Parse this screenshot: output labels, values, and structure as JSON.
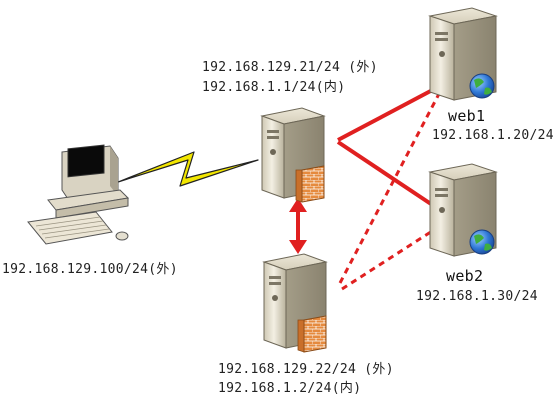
{
  "nodes": {
    "client": {
      "ip": "192.168.129.100/24(外)"
    },
    "lb_master": {
      "ip_outer": "192.168.129.21/24 (外)",
      "ip_inner": "192.168.1.1/24(内)"
    },
    "lb_backup": {
      "ip_outer": "192.168.129.22/24 (外)",
      "ip_inner": "192.168.1.2/24(内)"
    },
    "web1": {
      "name": "web1",
      "ip": "192.168.1.20/24"
    },
    "web2": {
      "name": "web2",
      "ip": "192.168.1.30/24"
    }
  },
  "colors": {
    "link_active": "#e02020",
    "link_standby": "#e02020",
    "wireless": "#f2e600",
    "heartbeat": "#e02020",
    "firewall": "#e07a2c"
  },
  "icons": {
    "client": "desktop-computer-icon",
    "server": "tower-server-icon",
    "firewall": "firewall-brick-icon",
    "globe": "globe-icon"
  }
}
